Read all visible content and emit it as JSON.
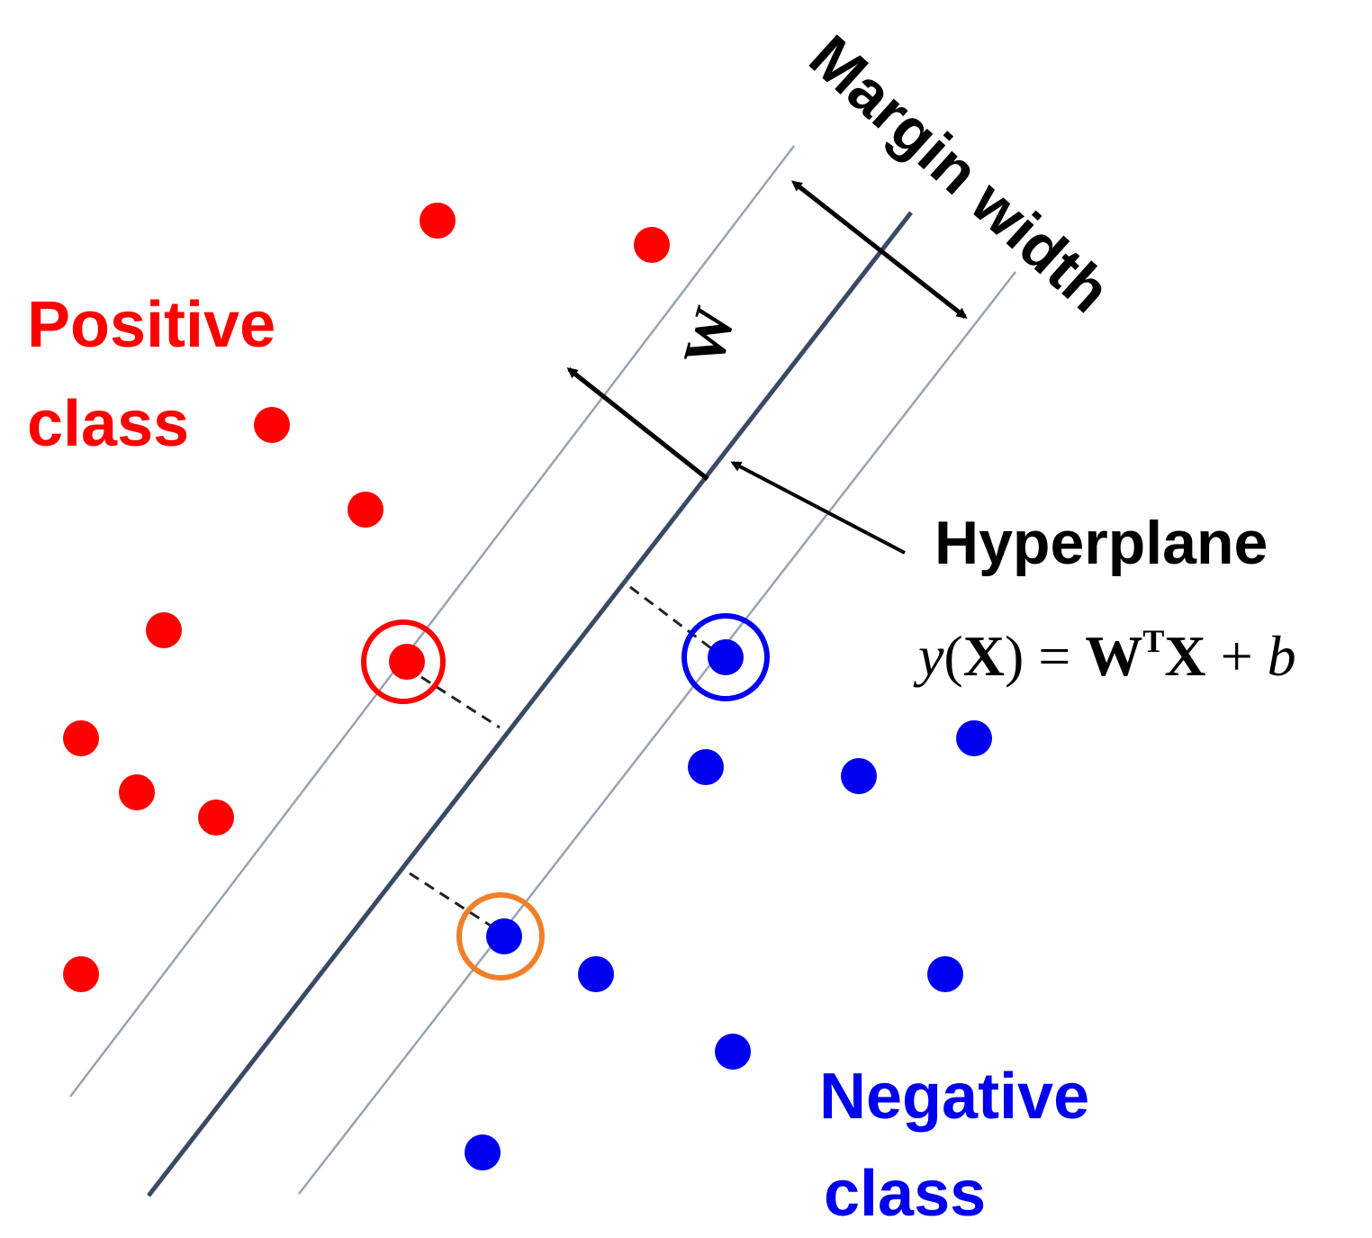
{
  "labels": {
    "positive_line1": "Positive",
    "positive_line2": "class",
    "negative_line1": "Negative",
    "negative_line2": "class",
    "margin_width": "Margin width",
    "hyperplane": "Hyperplane",
    "weight_vector": "W",
    "equation": {
      "lhs_y": "y",
      "lhs_open": "(",
      "lhs_x": "X",
      "lhs_close": ")",
      "equals": " = ",
      "w": "W",
      "superscript": "T",
      "x": "X",
      "plus": " + ",
      "b": "b"
    }
  },
  "colors": {
    "positive": "#ff0000",
    "negative": "#0000ee",
    "hyperplane": "#3a4a66",
    "margin_line": "#9aa3b0",
    "arrow": "#000000",
    "highlight_positive": "#ff0000",
    "highlight_negative": "#0000ee",
    "highlight_misc": "#f07f2a"
  },
  "diagram": {
    "positive_points": 10,
    "negative_points": 9,
    "support_vectors": [
      {
        "class": "positive",
        "ring_color": "red"
      },
      {
        "class": "negative",
        "ring_color": "blue"
      },
      {
        "class": "negative",
        "ring_color": "orange"
      }
    ]
  }
}
